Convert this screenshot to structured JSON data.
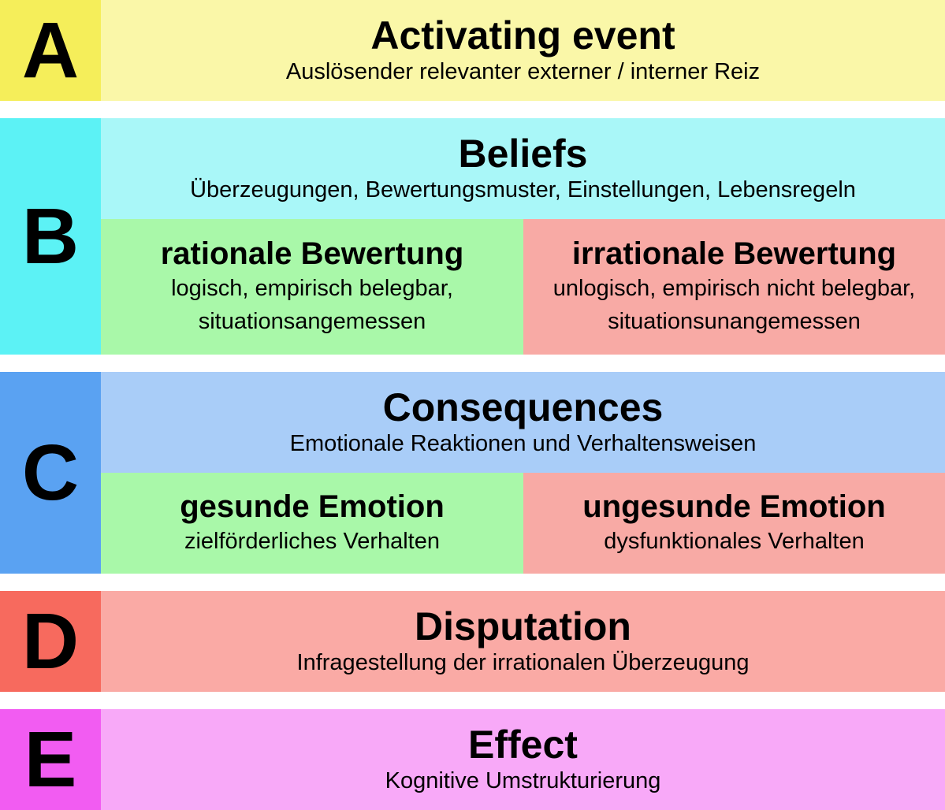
{
  "colors": {
    "A_letter": "#f5ee5a",
    "A_panel": "#faf7a8",
    "B_letter": "#5cf2f5",
    "B_panel": "#a9f7f8",
    "C_letter": "#5aa2f2",
    "C_panel": "#a9cdf8",
    "D_letter": "#f76a5e",
    "D_panel": "#faaaa5",
    "E_letter": "#f25cf2",
    "E_panel": "#f8a9f8",
    "green": "#a9f8a9",
    "red": "#f8aaa5"
  },
  "rows": {
    "A": {
      "letter": "A",
      "title": "Activating event",
      "subtitle": "Auslösender relevanter externer / interner Reiz"
    },
    "B": {
      "letter": "B",
      "title": "Beliefs",
      "subtitle": "Überzeugungen, Bewertungsmuster, Einstellungen, Lebensregeln",
      "left": {
        "title": "rationale Bewertung",
        "line1": "logisch, empirisch belegbar,",
        "line2": "situationsangemessen"
      },
      "right": {
        "title": "irrationale Bewertung",
        "line1": "unlogisch, empirisch nicht belegbar,",
        "line2": "situationsunangemessen"
      }
    },
    "C": {
      "letter": "C",
      "title": "Consequences",
      "subtitle": "Emotionale Reaktionen und Verhaltensweisen",
      "left": {
        "title": "gesunde Emotion",
        "line1": "zielförderliches Verhalten"
      },
      "right": {
        "title": "ungesunde Emotion",
        "line1": "dysfunktionales Verhalten"
      }
    },
    "D": {
      "letter": "D",
      "title": "Disputation",
      "subtitle": "Infragestellung der irrationalen Überzeugung"
    },
    "E": {
      "letter": "E",
      "title": "Effect",
      "subtitle": "Kognitive Umstrukturierung"
    }
  }
}
